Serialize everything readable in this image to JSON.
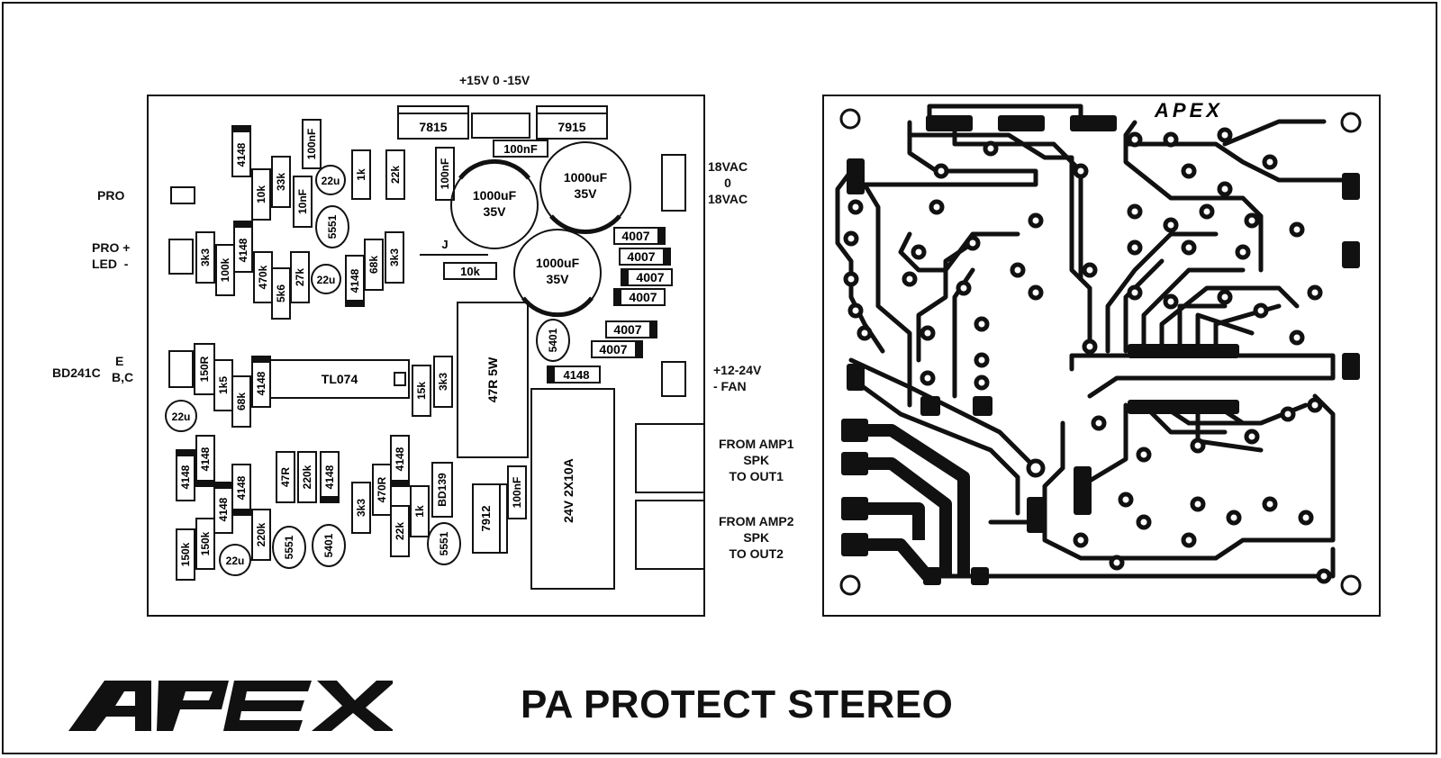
{
  "title": "PA PROTECT STEREO",
  "brand": "APEX",
  "labels": {
    "power_rails": "+15V 0 -15V",
    "pro": "PRO",
    "pro_led": "PRO +\nLED  -",
    "bd241c": "BD241C",
    "e": "E",
    "bc": "B,C",
    "ac_in": "18VAC\n0\n18VAC",
    "fan": "+12-24V\n- FAN",
    "amp1": "FROM AMP1\nSPK\nTO OUT1",
    "amp2": "FROM AMP2\nSPK\nTO OUT2"
  },
  "components": {
    "reg_7815": "7815",
    "reg_7915": "7915",
    "cap_100nF_top": "100nF",
    "cap_100nF_v1": "100nF",
    "cap_100nF_v2": "100nF",
    "cap_100nF_v3": "100nF",
    "cap_10nF": "10nF",
    "cap_1000uF": "1000uF\n35V",
    "cap_22u": "22u",
    "r_10k": "10k",
    "r_33k": "33k",
    "r_1k": "1k",
    "r_22k": "22k",
    "r_3k3": "3k3",
    "r_100k": "100k",
    "r_470k": "470k",
    "r_5k6": "5k6",
    "r_27k": "27k",
    "r_68k": "68k",
    "r_150R": "150R",
    "r_1k5": "1k5",
    "r_15k": "15k",
    "r_47R5W": "47R 5W",
    "r_47R": "47R",
    "r_220k": "220k",
    "r_470R": "470R",
    "r_150k": "150k",
    "d_4148": "4148",
    "d_4007": "4007",
    "d_5401": "5401",
    "d_5551": "5551",
    "ic_tl074": "TL074",
    "t_bd139": "BD139",
    "reg_7912": "7912",
    "relay": "24V 2X10A",
    "jumper": "J"
  }
}
